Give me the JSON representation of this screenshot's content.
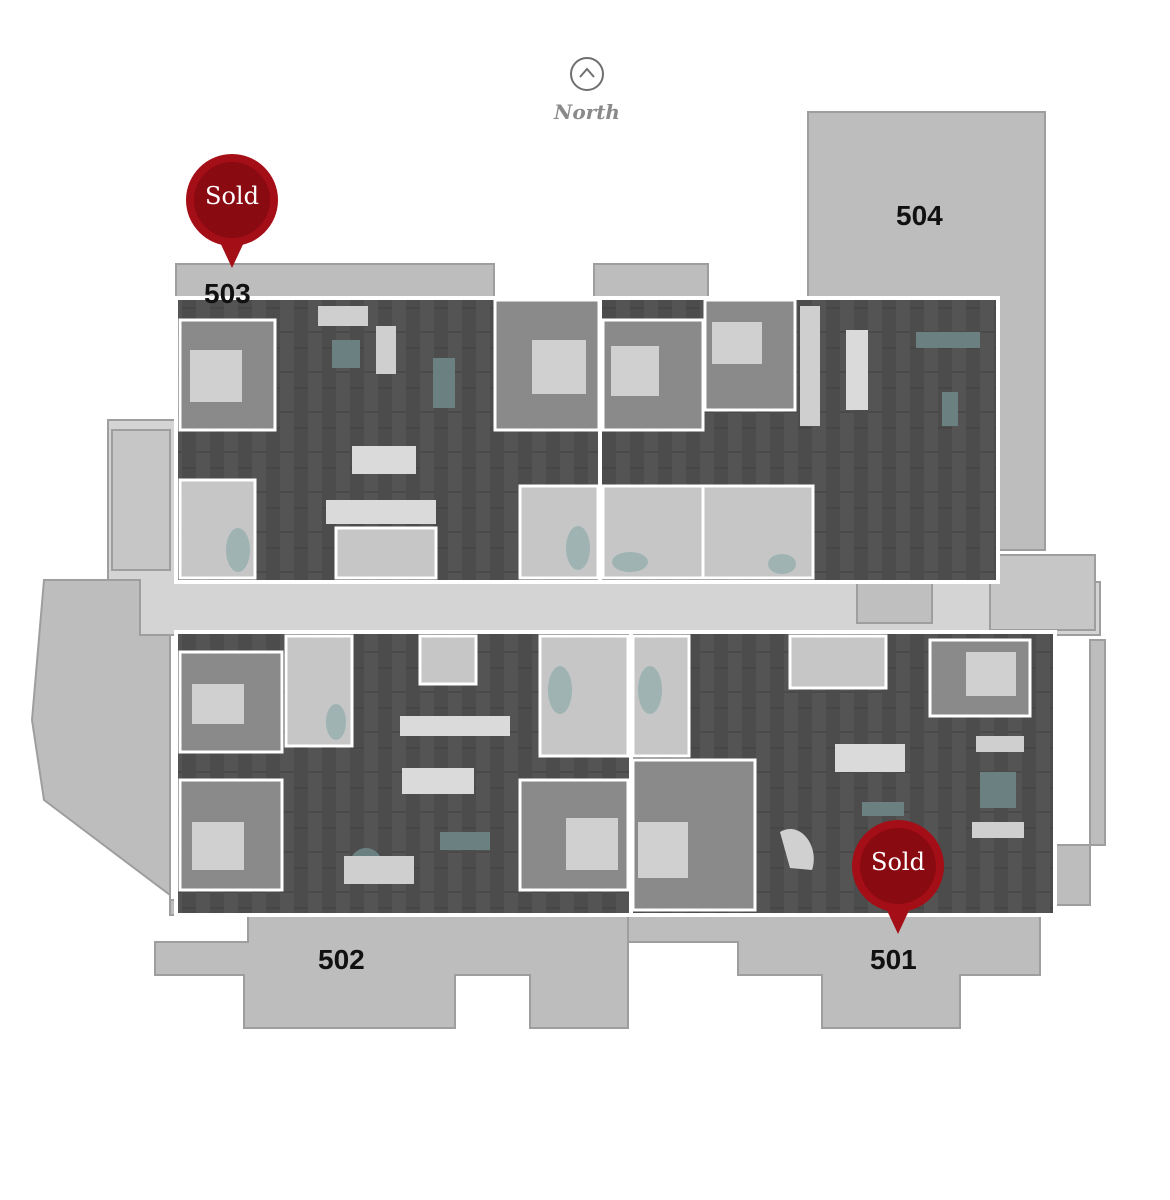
{
  "compass": {
    "label": "North",
    "icon": "chevron-up-circle-icon"
  },
  "colors": {
    "terrace": "#bdbdbd",
    "corridor": "#d0d0d0",
    "floor_dark": "#4b4b4b",
    "room_gray": "#8c8c8c",
    "bath": "#c8c8c8",
    "wall": "#ffffff",
    "sold_marker": "#a40e16"
  },
  "units": [
    {
      "number": "501",
      "status": "Sold"
    },
    {
      "number": "502",
      "status": ""
    },
    {
      "number": "503",
      "status": "Sold"
    },
    {
      "number": "504",
      "status": ""
    }
  ]
}
